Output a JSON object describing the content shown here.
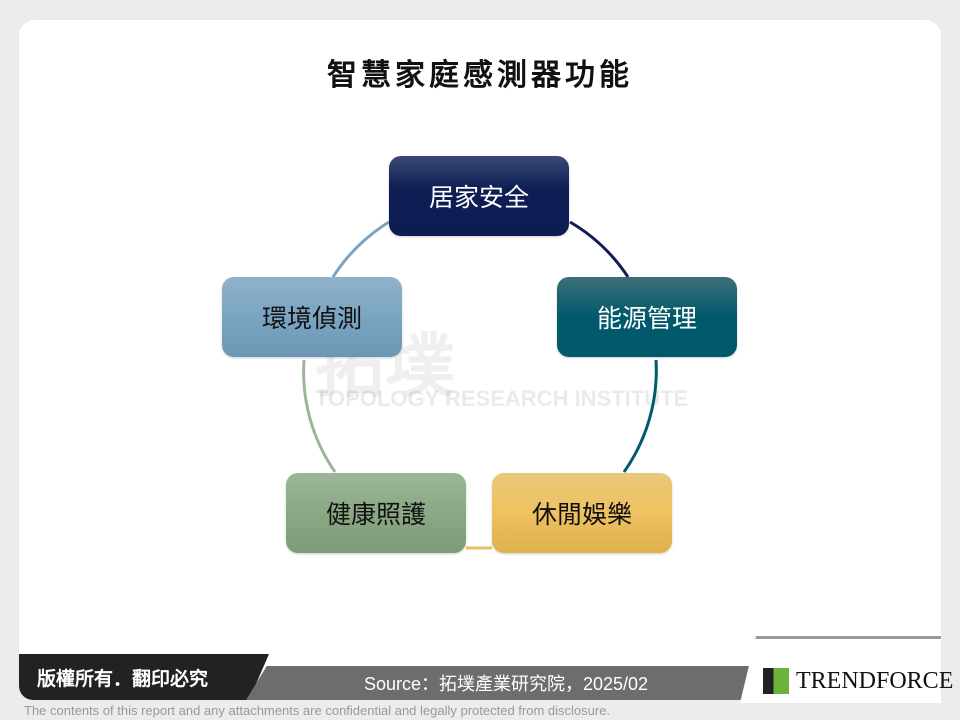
{
  "title": "智慧家庭感測器功能",
  "nodes": [
    {
      "label": "居家安全",
      "color": "#0f1e55"
    },
    {
      "label": "能源管理",
      "color": "#005a6d"
    },
    {
      "label": "休閒娛樂",
      "color": "#eec260"
    },
    {
      "label": "健康照護",
      "color": "#8aa884"
    },
    {
      "label": "環境偵測",
      "color": "#7aa5c2"
    }
  ],
  "watermark": {
    "cn": "拓墣",
    "en": "TOPOLOGY RESEARCH INSTITUTE"
  },
  "footer": {
    "copyright": "版權所有．翻印必究",
    "source": "Source：拓墣產業研究院，2025/02",
    "logo": "TRENDFORCE",
    "disclaimer": "The contents of this report and any attachments are confidential and legally protected from disclosure."
  }
}
